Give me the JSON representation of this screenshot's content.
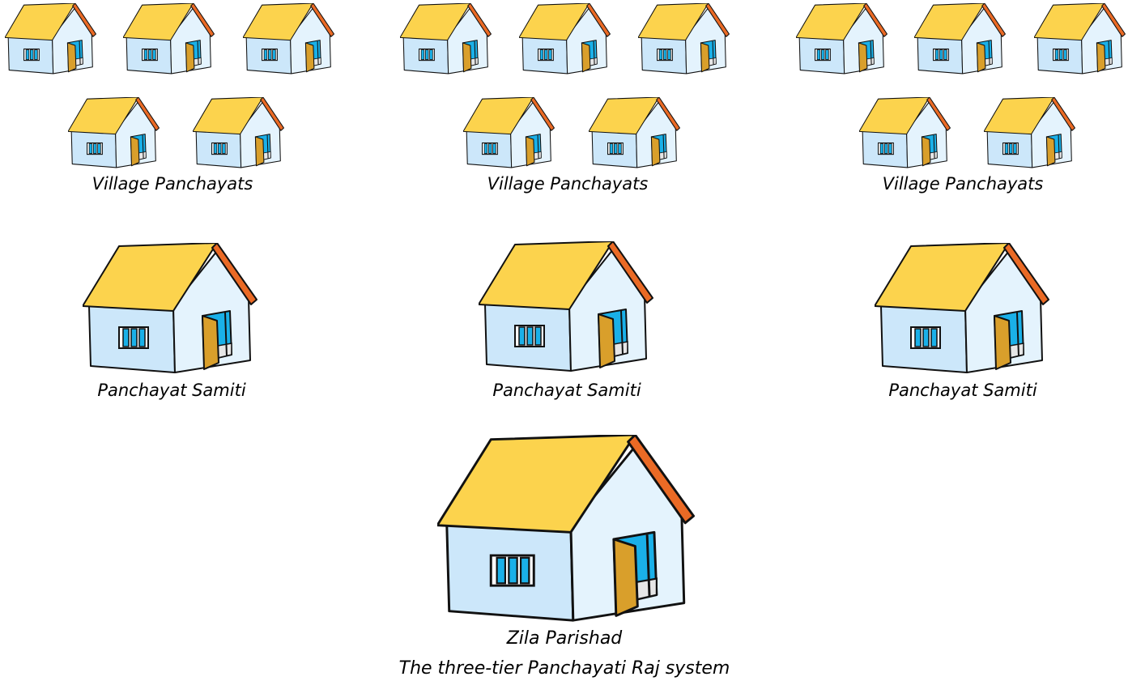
{
  "labels": {
    "village": "Village Panchayats",
    "samiti": "Panchayat Samiti",
    "zila": "Zila Parishad",
    "caption": "The three-tier Panchayati Raj system"
  },
  "tiers": [
    {
      "name": "Village Panchayats",
      "houses_per_group": 5,
      "groups": 3
    },
    {
      "name": "Panchayat Samiti",
      "houses": 3
    },
    {
      "name": "Zila Parishad",
      "houses": 1
    }
  ],
  "colors": {
    "roof": "#fcd34d",
    "roof_edge": "#ea6a25",
    "wall_front": "#cce7fa",
    "wall_side": "#e4f3fd",
    "window": "#1ab0e8",
    "door": "#d99f2b",
    "outline": "#111111"
  }
}
